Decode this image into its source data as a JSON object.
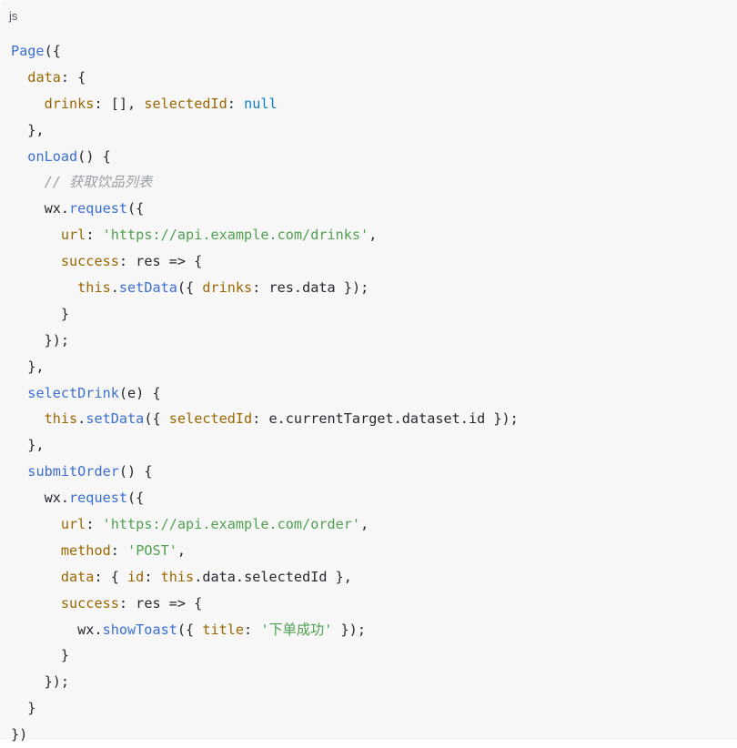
{
  "code_block": {
    "language": "js",
    "lines": [
      [
        {
          "t": "fn",
          "v": "Page"
        },
        {
          "t": "pl",
          "v": "({"
        }
      ],
      [
        {
          "t": "pl",
          "v": "  "
        },
        {
          "t": "prop",
          "v": "data"
        },
        {
          "t": "pl",
          "v": ": {"
        }
      ],
      [
        {
          "t": "pl",
          "v": "    "
        },
        {
          "t": "prop",
          "v": "drinks"
        },
        {
          "t": "pl",
          "v": ": [], "
        },
        {
          "t": "prop",
          "v": "selectedId"
        },
        {
          "t": "pl",
          "v": ": "
        },
        {
          "t": "lit",
          "v": "null"
        }
      ],
      [
        {
          "t": "pl",
          "v": "  },"
        }
      ],
      [
        {
          "t": "pl",
          "v": "  "
        },
        {
          "t": "fn",
          "v": "onLoad"
        },
        {
          "t": "pl",
          "v": "() {"
        }
      ],
      [
        {
          "t": "pl",
          "v": "    "
        },
        {
          "t": "com",
          "v": "// 获取饮品列表"
        }
      ],
      [
        {
          "t": "pl",
          "v": "    wx."
        },
        {
          "t": "fn",
          "v": "request"
        },
        {
          "t": "pl",
          "v": "({"
        }
      ],
      [
        {
          "t": "pl",
          "v": "      "
        },
        {
          "t": "prop",
          "v": "url"
        },
        {
          "t": "pl",
          "v": ": "
        },
        {
          "t": "str",
          "v": "'https://api.example.com/drinks'"
        },
        {
          "t": "pl",
          "v": ","
        }
      ],
      [
        {
          "t": "pl",
          "v": "      "
        },
        {
          "t": "prop",
          "v": "success"
        },
        {
          "t": "pl",
          "v": ": res => {"
        }
      ],
      [
        {
          "t": "pl",
          "v": "        "
        },
        {
          "t": "prop",
          "v": "this"
        },
        {
          "t": "pl",
          "v": "."
        },
        {
          "t": "fn",
          "v": "setData"
        },
        {
          "t": "pl",
          "v": "({ "
        },
        {
          "t": "prop",
          "v": "drinks"
        },
        {
          "t": "pl",
          "v": ": res.data });"
        }
      ],
      [
        {
          "t": "pl",
          "v": "      }"
        }
      ],
      [
        {
          "t": "pl",
          "v": "    });"
        }
      ],
      [
        {
          "t": "pl",
          "v": "  },"
        }
      ],
      [
        {
          "t": "pl",
          "v": "  "
        },
        {
          "t": "fn",
          "v": "selectDrink"
        },
        {
          "t": "pl",
          "v": "(e) {"
        }
      ],
      [
        {
          "t": "pl",
          "v": "    "
        },
        {
          "t": "prop",
          "v": "this"
        },
        {
          "t": "pl",
          "v": "."
        },
        {
          "t": "fn",
          "v": "setData"
        },
        {
          "t": "pl",
          "v": "({ "
        },
        {
          "t": "prop",
          "v": "selectedId"
        },
        {
          "t": "pl",
          "v": ": e.currentTarget.dataset.id });"
        }
      ],
      [
        {
          "t": "pl",
          "v": "  },"
        }
      ],
      [
        {
          "t": "pl",
          "v": "  "
        },
        {
          "t": "fn",
          "v": "submitOrder"
        },
        {
          "t": "pl",
          "v": "() {"
        }
      ],
      [
        {
          "t": "pl",
          "v": "    wx."
        },
        {
          "t": "fn",
          "v": "request"
        },
        {
          "t": "pl",
          "v": "({"
        }
      ],
      [
        {
          "t": "pl",
          "v": "      "
        },
        {
          "t": "prop",
          "v": "url"
        },
        {
          "t": "pl",
          "v": ": "
        },
        {
          "t": "str",
          "v": "'https://api.example.com/order'"
        },
        {
          "t": "pl",
          "v": ","
        }
      ],
      [
        {
          "t": "pl",
          "v": "      "
        },
        {
          "t": "prop",
          "v": "method"
        },
        {
          "t": "pl",
          "v": ": "
        },
        {
          "t": "str",
          "v": "'POST'"
        },
        {
          "t": "pl",
          "v": ","
        }
      ],
      [
        {
          "t": "pl",
          "v": "      "
        },
        {
          "t": "prop",
          "v": "data"
        },
        {
          "t": "pl",
          "v": ": { "
        },
        {
          "t": "prop",
          "v": "id"
        },
        {
          "t": "pl",
          "v": ": "
        },
        {
          "t": "prop",
          "v": "this"
        },
        {
          "t": "pl",
          "v": ".data.selectedId },"
        }
      ],
      [
        {
          "t": "pl",
          "v": "      "
        },
        {
          "t": "prop",
          "v": "success"
        },
        {
          "t": "pl",
          "v": ": res => {"
        }
      ],
      [
        {
          "t": "pl",
          "v": "        wx."
        },
        {
          "t": "fn",
          "v": "showToast"
        },
        {
          "t": "pl",
          "v": "({ "
        },
        {
          "t": "prop",
          "v": "title"
        },
        {
          "t": "pl",
          "v": ": "
        },
        {
          "t": "str",
          "v": "'下单成功'"
        },
        {
          "t": "pl",
          "v": " });"
        }
      ],
      [
        {
          "t": "pl",
          "v": "      }"
        }
      ],
      [
        {
          "t": "pl",
          "v": "    });"
        }
      ],
      [
        {
          "t": "pl",
          "v": "  }"
        }
      ],
      [
        {
          "t": "pl",
          "v": "})"
        }
      ]
    ]
  }
}
